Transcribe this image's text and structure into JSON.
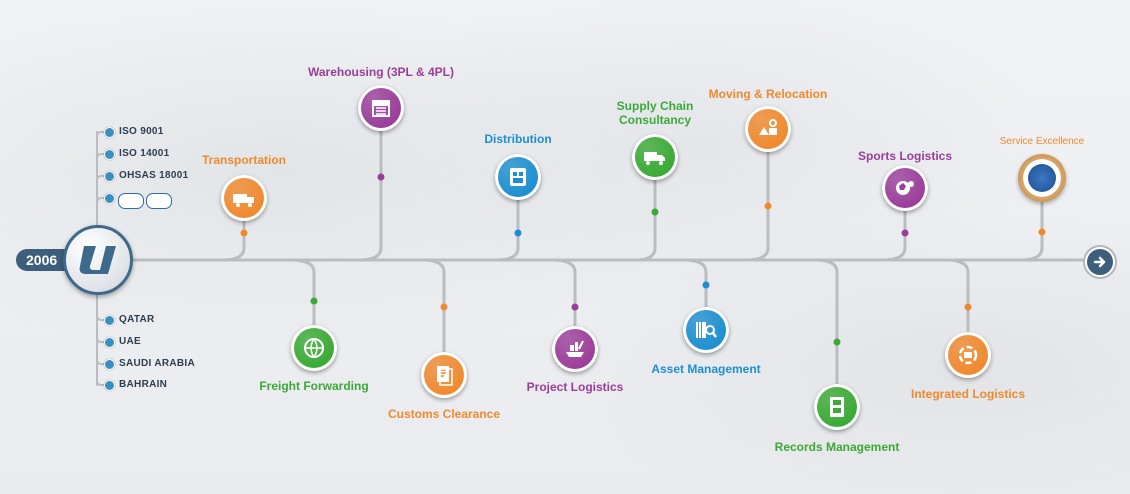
{
  "year": "2006",
  "certifications": [
    "ISO 9001",
    "ISO 14001",
    "OHSAS 18001"
  ],
  "regions": [
    "QATAR",
    "UAE",
    "SAUDI ARABIA",
    "BAHRAIN"
  ],
  "colors": {
    "orange": "#f0892e",
    "purple": "#9b3d9a",
    "blue": "#1d8fd0",
    "green": "#3aaa35",
    "line": "#b9bdc1",
    "navy": "#3e5f7b"
  },
  "services": [
    {
      "label": "Transportation",
      "side": "top",
      "color": "orange",
      "icon": "truck-icon"
    },
    {
      "label": "Freight Forwarding",
      "side": "bottom",
      "color": "green",
      "icon": "globe-icon"
    },
    {
      "label": "Warehousing (3PL & 4PL)",
      "side": "top",
      "color": "purple",
      "icon": "warehouse-icon"
    },
    {
      "label": "Customs Clearance",
      "side": "bottom",
      "color": "orange",
      "icon": "documents-icon"
    },
    {
      "label": "Distribution",
      "side": "top",
      "color": "blue",
      "icon": "distribution-icon"
    },
    {
      "label": "Project Logistics",
      "side": "bottom",
      "color": "purple",
      "icon": "ship-icon"
    },
    {
      "label": "Supply Chain Consultancy",
      "side": "top",
      "color": "green",
      "icon": "delivery-truck-icon"
    },
    {
      "label": "Asset Management",
      "side": "bottom",
      "color": "blue",
      "icon": "barcode-scan-icon"
    },
    {
      "label": "Moving & Relocation",
      "side": "top",
      "color": "orange",
      "icon": "relocation-icon"
    },
    {
      "label": "Records Management",
      "side": "bottom",
      "color": "green",
      "icon": "records-icon"
    },
    {
      "label": "Sports Logistics",
      "side": "top",
      "color": "purple",
      "icon": "sports-icon"
    },
    {
      "label": "Integrated Logistics",
      "side": "bottom",
      "color": "orange",
      "icon": "integration-icon"
    },
    {
      "label": "Service Excellence",
      "side": "top",
      "color": "orange",
      "icon": "award-icon"
    }
  ]
}
